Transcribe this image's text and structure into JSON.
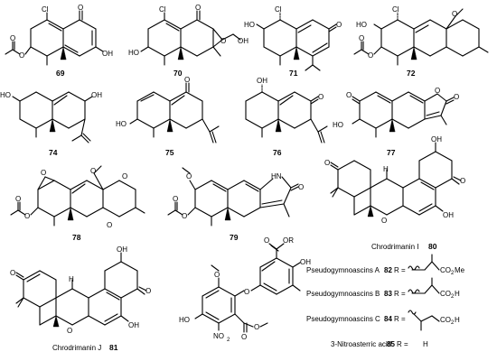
{
  "compounds": {
    "c69": {
      "number": "69"
    },
    "c70": {
      "number": "70"
    },
    "c71": {
      "number": "71"
    },
    "c72": {
      "number": "72"
    },
    "c74": {
      "number": "74"
    },
    "c75": {
      "number": "75"
    },
    "c76": {
      "number": "76"
    },
    "c77": {
      "number": "77"
    },
    "c78": {
      "number": "78"
    },
    "c79": {
      "number": "79"
    },
    "c80": {
      "name": "Chrodrimanin I",
      "number": "80"
    },
    "c81": {
      "name": "Chrodrimanin J",
      "number": "81"
    }
  },
  "atoms": {
    "Cl": "Cl",
    "O": "O",
    "OH": "OH",
    "HO": "HO",
    "H": "H",
    "N": "N",
    "NO2": "NO",
    "NO2_sub": "2",
    "OR": "OR",
    "HN": "HN",
    "CO2Me": "CO",
    "CO2Me_sub": "2",
    "CO2Me_tail": "Me",
    "CO2H": "CO",
    "CO2H_sub": "2",
    "CO2H_tail": "H"
  },
  "r_groups": [
    {
      "name": "Pseudogymnoascins A",
      "number": "82",
      "r": "R =",
      "acid": "CO2Me"
    },
    {
      "name": "Pseudogymnoascins B",
      "number": "83",
      "r": "R =",
      "acid": "CO2H"
    },
    {
      "name": "Pseudogymnoascins C",
      "number": "84",
      "r": "R =",
      "acid": "CO2H"
    },
    {
      "name": "3-Nitroasterric acid",
      "number": "85",
      "r": "R =",
      "acid": "H"
    }
  ]
}
